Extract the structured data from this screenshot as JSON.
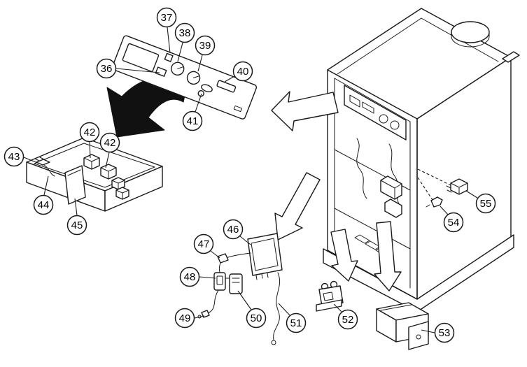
{
  "diagram": {
    "background": "#ffffff",
    "line_color": "#1a1a1a",
    "callouts": {
      "c36": "36",
      "c37": "37",
      "c38": "38",
      "c39": "39",
      "c40": "40",
      "c41": "41",
      "c42": "42",
      "c43": "43",
      "c44": "44",
      "c45": "45",
      "c46": "46",
      "c47": "47",
      "c48": "48",
      "c49": "49",
      "c50": "50",
      "c51": "51",
      "c52": "52",
      "c53": "53",
      "c54": "54",
      "c55": "55"
    }
  }
}
